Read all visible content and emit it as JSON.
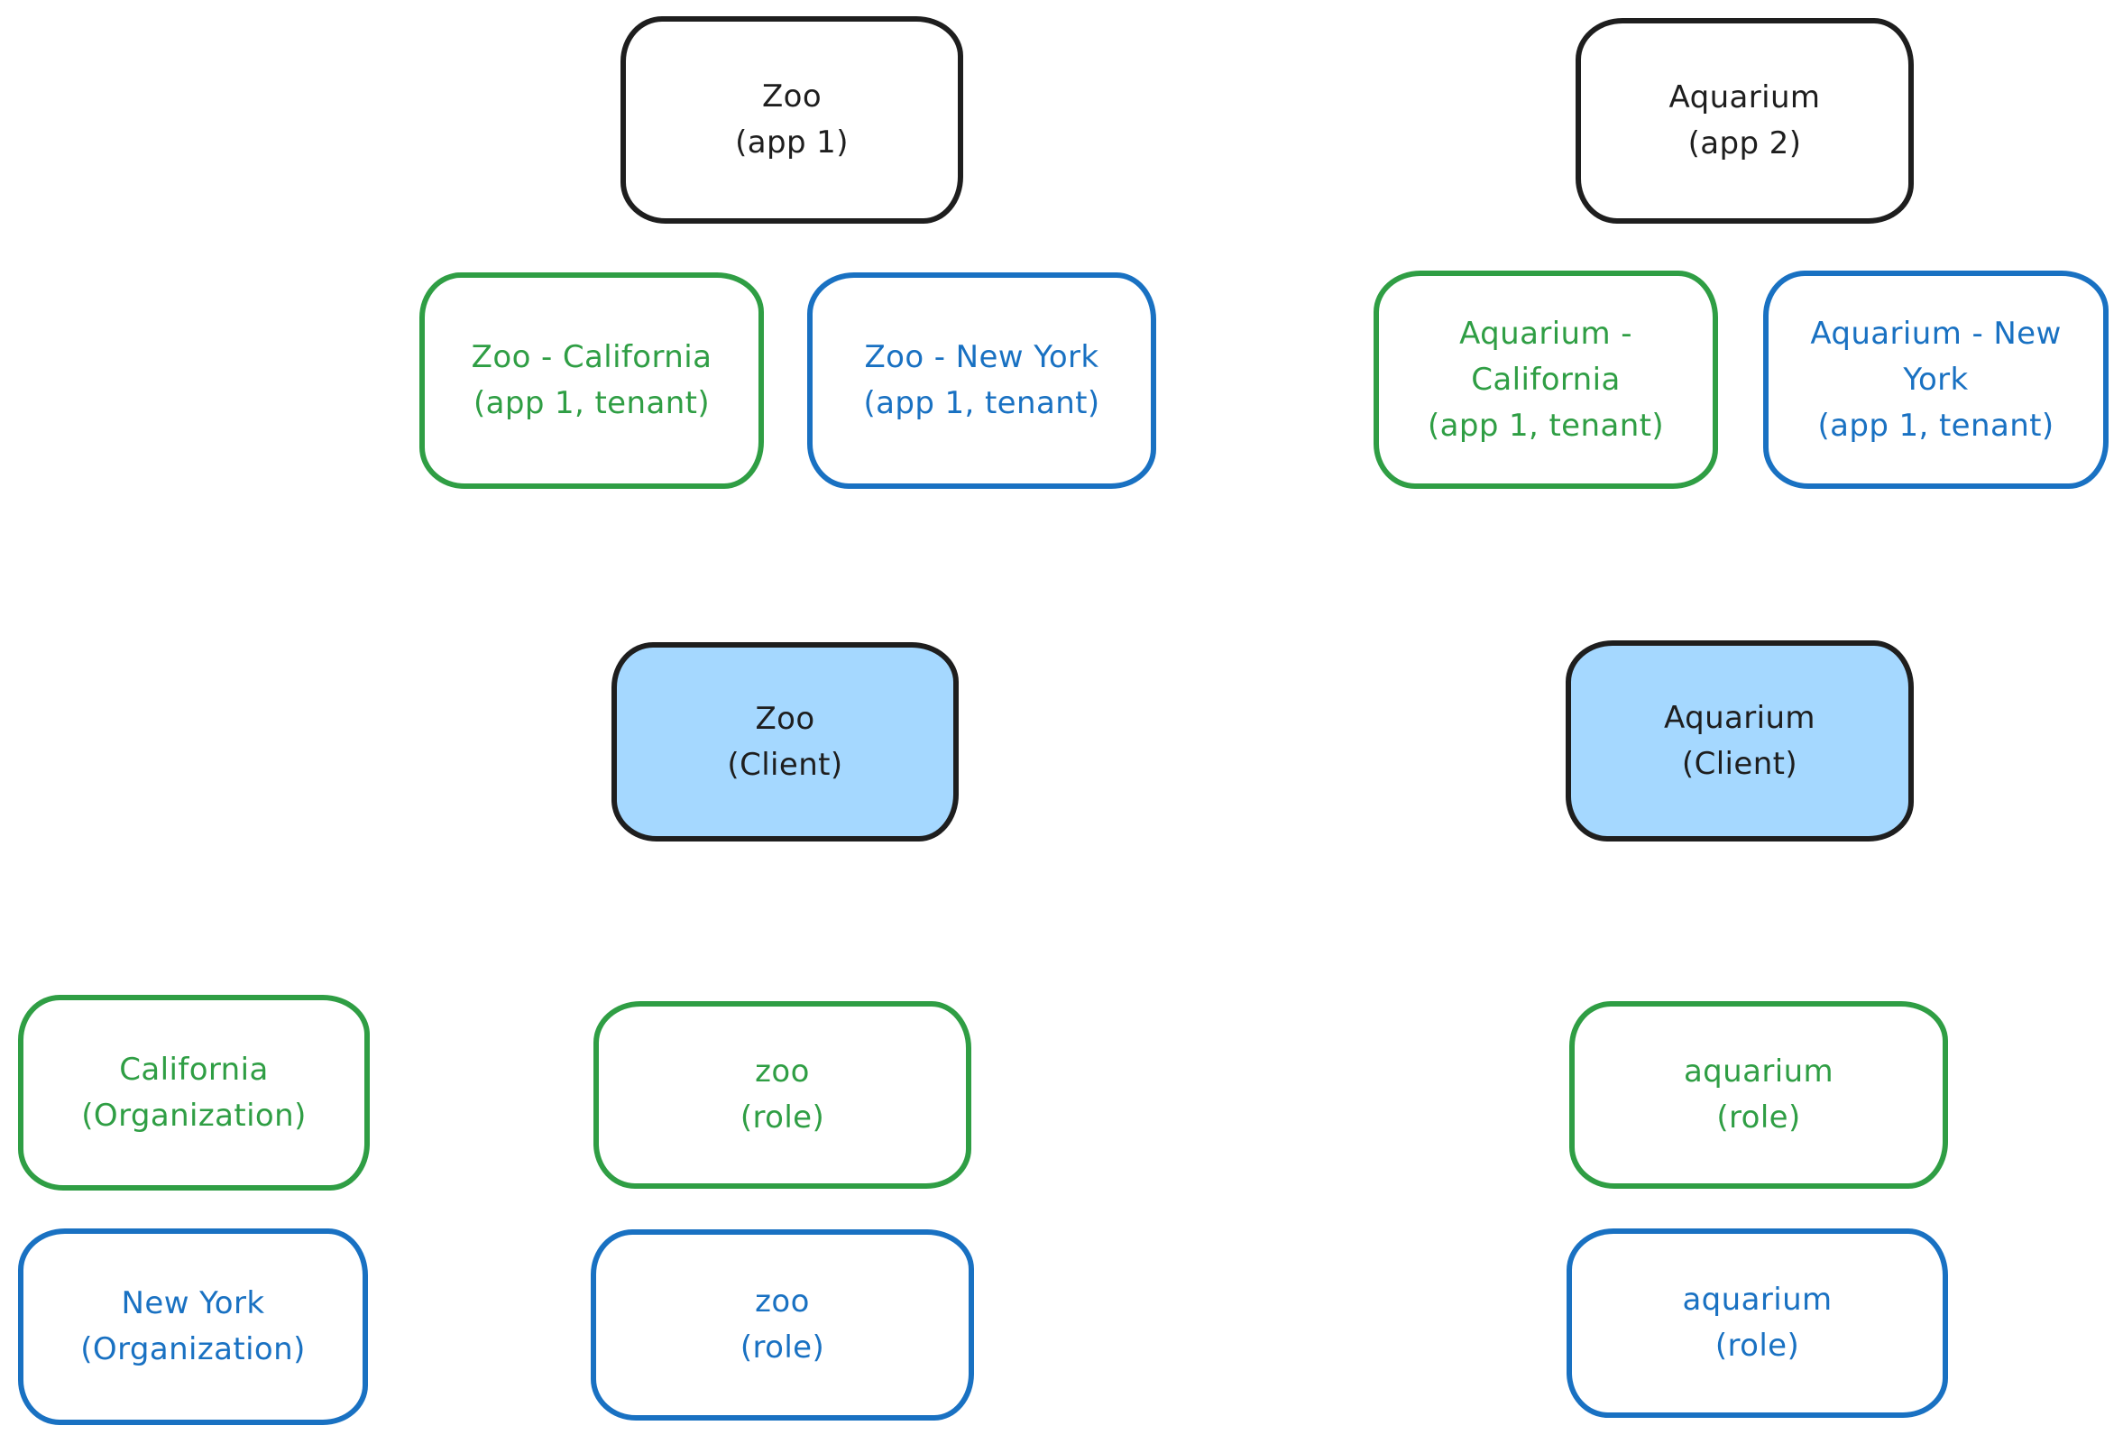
{
  "canvas": {
    "background": "#ffffff"
  },
  "colors": {
    "ink_black": "#1e1e1e",
    "green": "#2f9e44",
    "blue": "#1971c2",
    "client_fill": "#a5d8ff"
  },
  "boxes": {
    "zoo_app": {
      "lines": [
        "Zoo",
        "(app 1)"
      ]
    },
    "aquarium_app": {
      "lines": [
        "Aquarium",
        "(app 2)"
      ]
    },
    "zoo_california_tenant": {
      "lines": [
        "Zoo - California",
        "(app 1, tenant)"
      ]
    },
    "zoo_new_york_tenant": {
      "lines": [
        "Zoo - New York",
        "(app 1, tenant)"
      ]
    },
    "aquarium_california_tenant": {
      "lines": [
        "Aquarium -",
        "California",
        "(app 1, tenant)"
      ]
    },
    "aquarium_new_york_tenant": {
      "lines": [
        "Aquarium - New",
        "York",
        "(app 1, tenant)"
      ]
    },
    "zoo_client": {
      "lines": [
        "Zoo",
        "(Client)"
      ]
    },
    "aquarium_client": {
      "lines": [
        "Aquarium",
        "(Client)"
      ]
    },
    "california_organization": {
      "lines": [
        "California",
        "(Organization)"
      ]
    },
    "zoo_role_green": {
      "lines": [
        "zoo",
        "(role)"
      ]
    },
    "aquarium_role_green": {
      "lines": [
        "aquarium",
        "(role)"
      ]
    },
    "new_york_organization": {
      "lines": [
        "New York",
        "(Organization)"
      ]
    },
    "zoo_role_blue": {
      "lines": [
        "zoo",
        "(role)"
      ]
    },
    "aquarium_role_blue": {
      "lines": [
        "aquarium",
        "(role)"
      ]
    }
  }
}
